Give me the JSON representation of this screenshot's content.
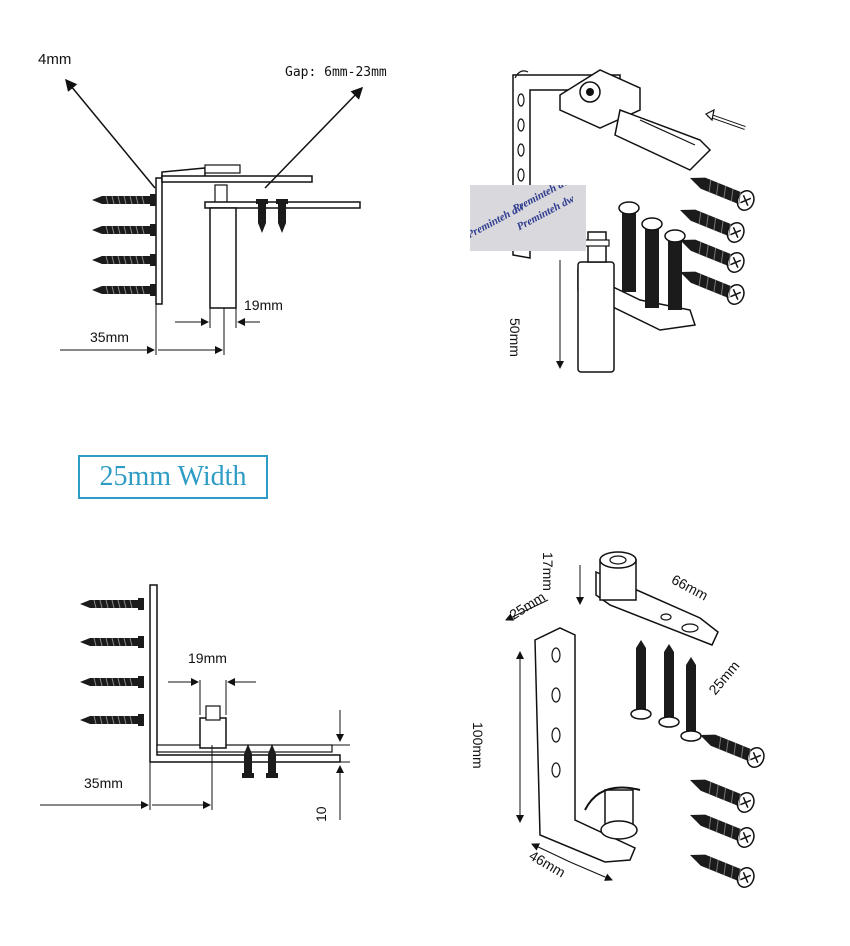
{
  "title": "25mm Width",
  "top_left": {
    "thickness": "4mm",
    "gap": "Gap: 6mm-23mm",
    "offset": "19mm",
    "depth": "35mm"
  },
  "top_right": {
    "height": "50mm",
    "watermark": "Preminteh dw"
  },
  "bottom_left": {
    "offset": "19mm",
    "depth": "35mm",
    "height": "10"
  },
  "bottom_right": {
    "pin_height": "17mm",
    "plate_length": "66mm",
    "width_top": "25mm",
    "width_right": "25mm",
    "bracket_height": "100mm",
    "bracket_length": "46mm"
  },
  "colors": {
    "accent": "#2e9cc4",
    "watermark_bg": "#d9d9dd",
    "watermark_text": "#2e3b8f"
  }
}
